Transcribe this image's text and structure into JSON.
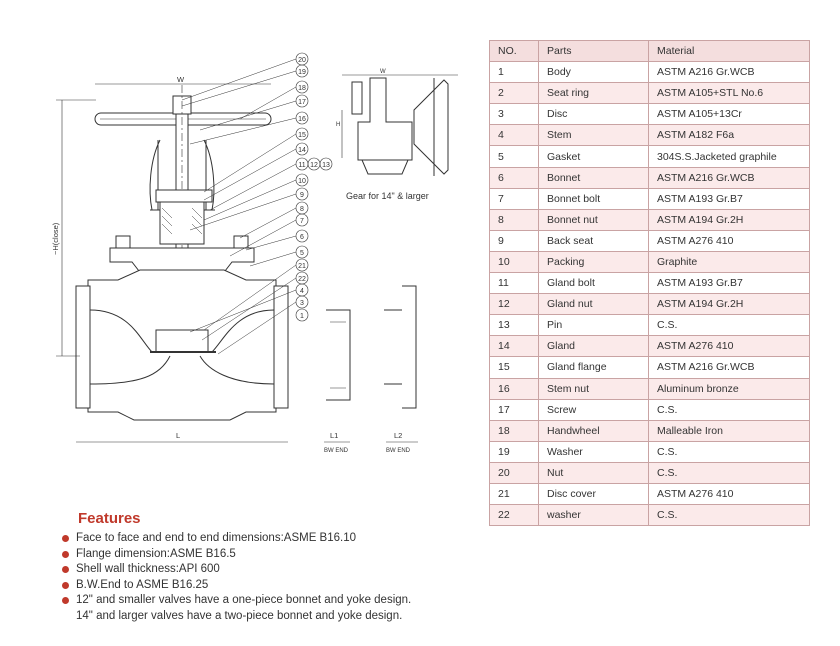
{
  "drawing": {
    "callouts": [
      "20",
      "19",
      "18",
      "17",
      "16",
      "15",
      "14",
      "11",
      "12",
      "13",
      "10",
      "9",
      "8",
      "7",
      "6",
      "5",
      "21",
      "22",
      "4",
      "3",
      "1"
    ],
    "dimension_w": "W",
    "dimension_h": "~H(close)",
    "dimension_l": "L",
    "dimension_l1": "L1",
    "dimension_l2": "L2",
    "bw_end_1": "BW END",
    "bw_end_2": "BW END",
    "gear_caption": "Gear for 14\" & larger",
    "gear_h": "H",
    "gear_w": "W"
  },
  "table": {
    "headers": {
      "no": "NO.",
      "parts": "Parts",
      "material": "Material"
    },
    "rows": [
      {
        "no": "1",
        "part": "Body",
        "material": "ASTM A216 Gr.WCB"
      },
      {
        "no": "2",
        "part": "Seat ring",
        "material": "ASTM A105+STL No.6"
      },
      {
        "no": "3",
        "part": "Disc",
        "material": "ASTM A105+13Cr"
      },
      {
        "no": "4",
        "part": "Stem",
        "material": "ASTM A182 F6a"
      },
      {
        "no": "5",
        "part": "Gasket",
        "material": "304S.S.Jacketed graphile"
      },
      {
        "no": "6",
        "part": "Bonnet",
        "material": "ASTM A216 Gr.WCB"
      },
      {
        "no": "7",
        "part": "Bonnet bolt",
        "material": "ASTM A193 Gr.B7"
      },
      {
        "no": "8",
        "part": "Bonnet nut",
        "material": "ASTM A194 Gr.2H"
      },
      {
        "no": "9",
        "part": "Back seat",
        "material": "ASTM A276 410"
      },
      {
        "no": "10",
        "part": "Packing",
        "material": "Graphite"
      },
      {
        "no": "11",
        "part": "Gland bolt",
        "material": "ASTM A193 Gr.B7"
      },
      {
        "no": "12",
        "part": "Gland nut",
        "material": "ASTM A194 Gr.2H"
      },
      {
        "no": "13",
        "part": "Pin",
        "material": "C.S."
      },
      {
        "no": "14",
        "part": "Gland",
        "material": "ASTM A276 410"
      },
      {
        "no": "15",
        "part": "Gland flange",
        "material": "ASTM A216 Gr.WCB"
      },
      {
        "no": "16",
        "part": "Stem nut",
        "material": "Aluminum bronze"
      },
      {
        "no": "17",
        "part": "Screw",
        "material": "C.S."
      },
      {
        "no": "18",
        "part": "Handwheel",
        "material": "Malleable Iron"
      },
      {
        "no": "19",
        "part": "Washer",
        "material": "C.S."
      },
      {
        "no": "20",
        "part": "Nut",
        "material": "C.S."
      },
      {
        "no": "21",
        "part": "Disc cover",
        "material": "ASTM A276 410"
      },
      {
        "no": "22",
        "part": "washer",
        "material": "C.S."
      }
    ]
  },
  "features": {
    "title": "Features",
    "items": [
      {
        "text": "Face to face and end to end dimensions:ASME B16.10"
      },
      {
        "text": "Flange dimension:ASME B16.5"
      },
      {
        "text": "Shell wall thickness:API 600"
      },
      {
        "text": "B.W.End to ASME B16.25"
      },
      {
        "text": "12\" and smaller valves have a one-piece bonnet and yoke design.",
        "text2": "14\" and larger valves have a two-piece bonnet and yoke design."
      }
    ]
  },
  "colors": {
    "accent": "#c0392b",
    "table_border": "#c9a3a3",
    "table_alt": "#fbeaea"
  }
}
